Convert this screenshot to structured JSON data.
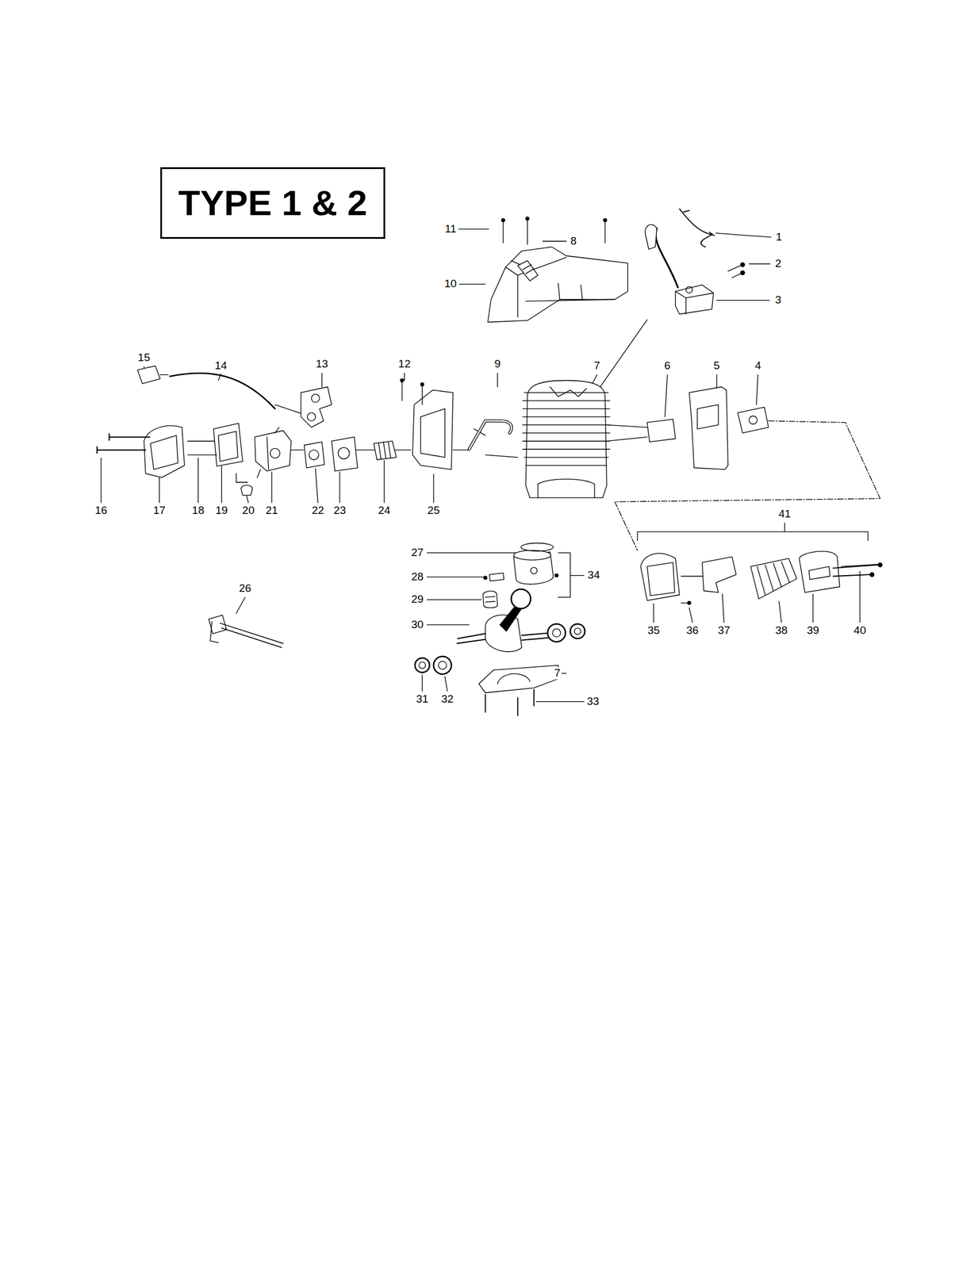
{
  "diagram": {
    "nodes": [
      {
        "text": [
          "TYPE 1 & 2"
        ]
      }
    ],
    "labels": [
      "11",
      "10",
      "1",
      "2",
      "3",
      "8",
      "15",
      "14",
      "13",
      "12",
      "9",
      "7",
      "6",
      "5",
      "4",
      "16",
      "17",
      "18",
      "19",
      "20",
      "21",
      "22",
      "23",
      "24",
      "25",
      "41",
      "26",
      "27",
      "28",
      "34",
      "29",
      "30",
      "35",
      "36",
      "37",
      "38",
      "39",
      "40",
      "7",
      "31",
      "32",
      "33"
    ]
  }
}
